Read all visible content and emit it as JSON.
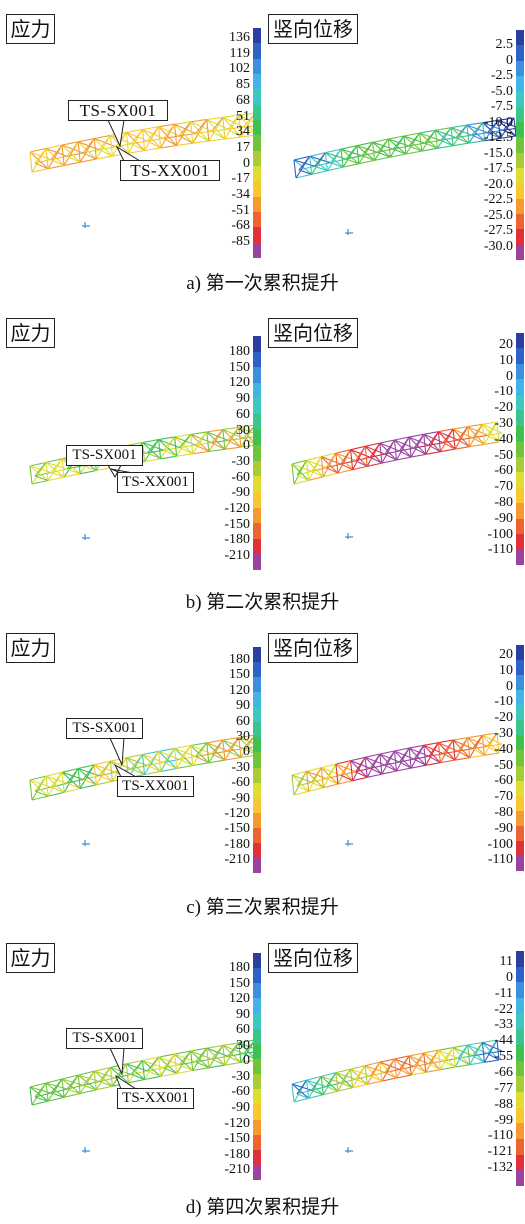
{
  "colormap": [
    "#2c3fa0",
    "#2f62c8",
    "#3b8fdc",
    "#44b4e4",
    "#3ec8c0",
    "#3cc48c",
    "#40c050",
    "#70c43c",
    "#a8cc38",
    "#e0dc30",
    "#f8c830",
    "#f49a30",
    "#ec6430",
    "#e0303c",
    "#9a44a0"
  ],
  "panels": [
    {
      "caption": "a) 第一次累积提升",
      "callouts": {
        "upper": "TS-SX001",
        "lower": "TS-XX001"
      },
      "stress": {
        "label": "应力",
        "scale_labels": [
          "136",
          "119",
          "102",
          "85",
          "68",
          "51",
          "34",
          "17",
          "0",
          "-17",
          "-34",
          "-51",
          "-68",
          "-85"
        ],
        "member_colors": [
          "#f8c830",
          "#f49a30",
          "#e0dc30",
          "#f8c830",
          "#f49a30",
          "#e0dc30",
          "#f8c830"
        ]
      },
      "displacement": {
        "label": "竖向位移",
        "scale_labels": [
          "2.5",
          "0",
          "-2.5",
          "-5.0",
          "-7.5",
          "-10.0",
          "-12.5",
          "-15.0",
          "-17.5",
          "-20.0",
          "-22.5",
          "-25.0",
          "-27.5",
          "-30.0"
        ],
        "member_colors": [
          "#2f62c8",
          "#3ec8c0",
          "#40c050",
          "#70c43c",
          "#40c050",
          "#70c43c",
          "#3cc48c",
          "#3b8fdc",
          "#2c3fa0"
        ]
      }
    },
    {
      "caption": "b) 第二次累积提升",
      "callouts": {
        "upper": "TS-SX001",
        "lower": "TS-XX001"
      },
      "stress": {
        "label": "应力",
        "scale_labels": [
          "180",
          "150",
          "120",
          "90",
          "60",
          "30",
          "0",
          "-30",
          "-60",
          "-90",
          "-120",
          "-150",
          "-180",
          "-210"
        ],
        "member_colors": [
          "#70c43c",
          "#e0dc30",
          "#40c050",
          "#f8c830",
          "#a8cc38",
          "#40c050",
          "#e0dc30",
          "#70c43c",
          "#f49a30",
          "#a8cc38"
        ]
      },
      "displacement": {
        "label": "竖向位移",
        "scale_labels": [
          "20",
          "10",
          "0",
          "-10",
          "-20",
          "-30",
          "-40",
          "-50",
          "-60",
          "-70",
          "-80",
          "-90",
          "-100",
          "-110"
        ],
        "member_colors": [
          "#70c43c",
          "#e0dc30",
          "#f49a30",
          "#ec6430",
          "#e0303c",
          "#9a44a0",
          "#9a44a0",
          "#9a44a0",
          "#e0303c",
          "#ec6430",
          "#f49a30",
          "#e0dc30"
        ]
      }
    },
    {
      "caption": "c) 第三次累积提升",
      "callouts": {
        "upper": "TS-SX001",
        "lower": "TS-XX001"
      },
      "stress": {
        "label": "应力",
        "scale_labels": [
          "180",
          "150",
          "120",
          "90",
          "60",
          "30",
          "0",
          "-30",
          "-60",
          "-90",
          "-120",
          "-150",
          "-180",
          "-210"
        ],
        "member_colors": [
          "#70c43c",
          "#e0dc30",
          "#40c050",
          "#f8c830",
          "#a8cc38",
          "#3ec8c0",
          "#e0dc30",
          "#70c43c",
          "#f49a30",
          "#a8cc38"
        ]
      },
      "displacement": {
        "label": "竖向位移",
        "scale_labels": [
          "20",
          "10",
          "0",
          "-10",
          "-20",
          "-30",
          "-40",
          "-50",
          "-60",
          "-70",
          "-80",
          "-90",
          "-100",
          "-110"
        ],
        "member_colors": [
          "#a8cc38",
          "#e0dc30",
          "#f49a30",
          "#e0303c",
          "#9a44a0",
          "#9a44a0",
          "#9a44a0",
          "#e0303c",
          "#ec6430",
          "#f49a30",
          "#f8c830"
        ]
      }
    },
    {
      "caption": "d) 第四次累积提升",
      "callouts": {
        "upper": "TS-SX001",
        "lower": "TS-XX001"
      },
      "stress": {
        "label": "应力",
        "scale_labels": [
          "180",
          "150",
          "120",
          "90",
          "60",
          "30",
          "0",
          "-30",
          "-60",
          "-90",
          "-120",
          "-150",
          "-180",
          "-210"
        ],
        "member_colors": [
          "#40c050",
          "#70c43c",
          "#a8cc38",
          "#40c050",
          "#e0dc30",
          "#70c43c",
          "#a8cc38",
          "#40c050"
        ]
      },
      "displacement": {
        "label": "竖向位移",
        "scale_labels": [
          "11",
          "0",
          "-11",
          "-22",
          "-33",
          "-44",
          "-55",
          "-66",
          "-77",
          "-88",
          "-99",
          "-110",
          "-121",
          "-132"
        ],
        "member_colors": [
          "#2f62c8",
          "#3ec8c0",
          "#40c050",
          "#a8cc38",
          "#f8c830",
          "#f49a30",
          "#ec6430",
          "#f49a30",
          "#e0dc30",
          "#70c43c",
          "#3ec8c0",
          "#2f62c8"
        ]
      }
    }
  ]
}
